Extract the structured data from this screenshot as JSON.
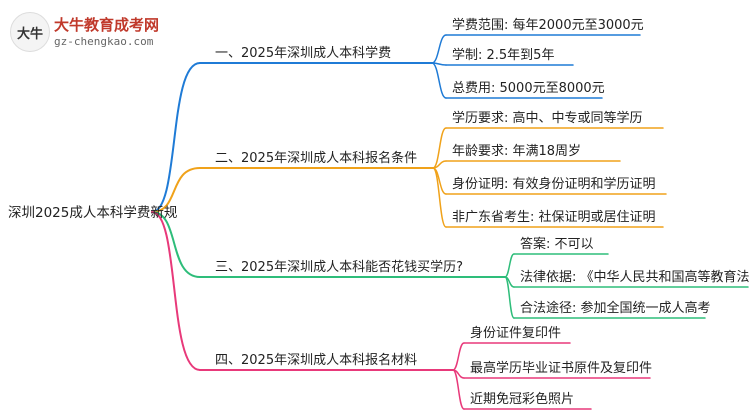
{
  "logo": {
    "title": "大牛教育成考网",
    "url": "gz-chengkao.com",
    "mark_text": "大牛"
  },
  "root": {
    "label": "深圳2025成人本科学费新规"
  },
  "branches": [
    {
      "label": "一、2025年深圳成人本科学费",
      "color": "#1f7bd6",
      "children": [
        "学费范围: 每年2000元至3000元",
        "学制: 2.5年到5年",
        "总费用: 5000元至8000元"
      ]
    },
    {
      "label": "二、2025年深圳成人本科报名条件",
      "color": "#f0a21a",
      "children": [
        "学历要求: 高中、中专或同等学历",
        "年龄要求: 年满18周岁",
        "身份证明: 有效身份证明和学历证明",
        "非广东省考生: 社保证明或居住证明"
      ]
    },
    {
      "label": "三、2025年深圳成人本科能否花钱买学历?",
      "color": "#2ebd7a",
      "children": [
        "答案: 不可以",
        "法律依据: 《中华人民共和国高等教育法》",
        "合法途径: 参加全国统一成人高考"
      ]
    },
    {
      "label": "四、2025年深圳成人本科报名材料",
      "color": "#e8397a",
      "children": [
        "身份证件复印件",
        "最高学历毕业证书原件及复印件",
        "近期免冠彩色照片"
      ]
    }
  ]
}
